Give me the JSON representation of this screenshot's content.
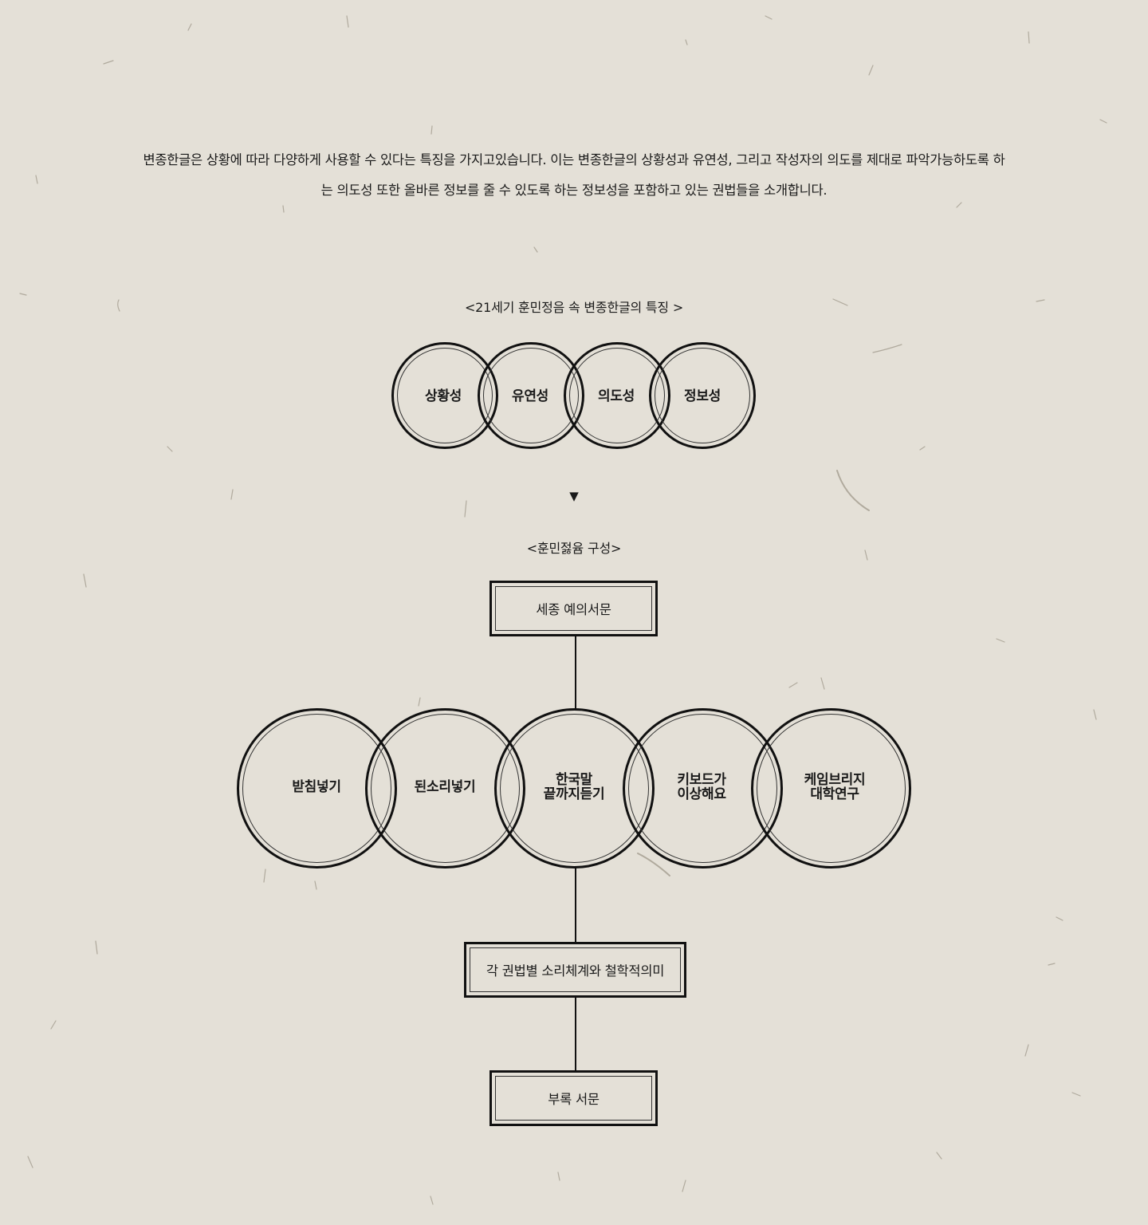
{
  "intro": {
    "line1": "변종한글은 상황에 따라 다양하게 사용할 수 있다는 특징을 가지고있습니다. 이는 변종한글의 상황성과 유연성, 그리고 작성자의 의도를 제대로 파악가능하도록 하",
    "line2": "는 의도성 또한 올바른 정보를 줄 수 있도록 하는 정보성을 포함하고 있는 권법들을 소개합니다."
  },
  "features": {
    "caption": "<21세기 훈민정음 속 변종한글의 특징 >",
    "items": [
      "상황성",
      "유연성",
      "의도성",
      "정보성"
    ]
  },
  "arrow": "▼",
  "structure": {
    "caption": "<훈민젏윰 구성>",
    "top_box": "세종 예의서문",
    "circles": [
      [
        "받침넣기"
      ],
      [
        "된소리넣기"
      ],
      [
        "한국말",
        "끝까지듣기"
      ],
      [
        "키보드가",
        "이상해요"
      ],
      [
        "케임브리지",
        "대학연구"
      ]
    ],
    "middle_box": "각 권법별 소리체계와 철학적의미",
    "bottom_box": "부록 서문"
  }
}
